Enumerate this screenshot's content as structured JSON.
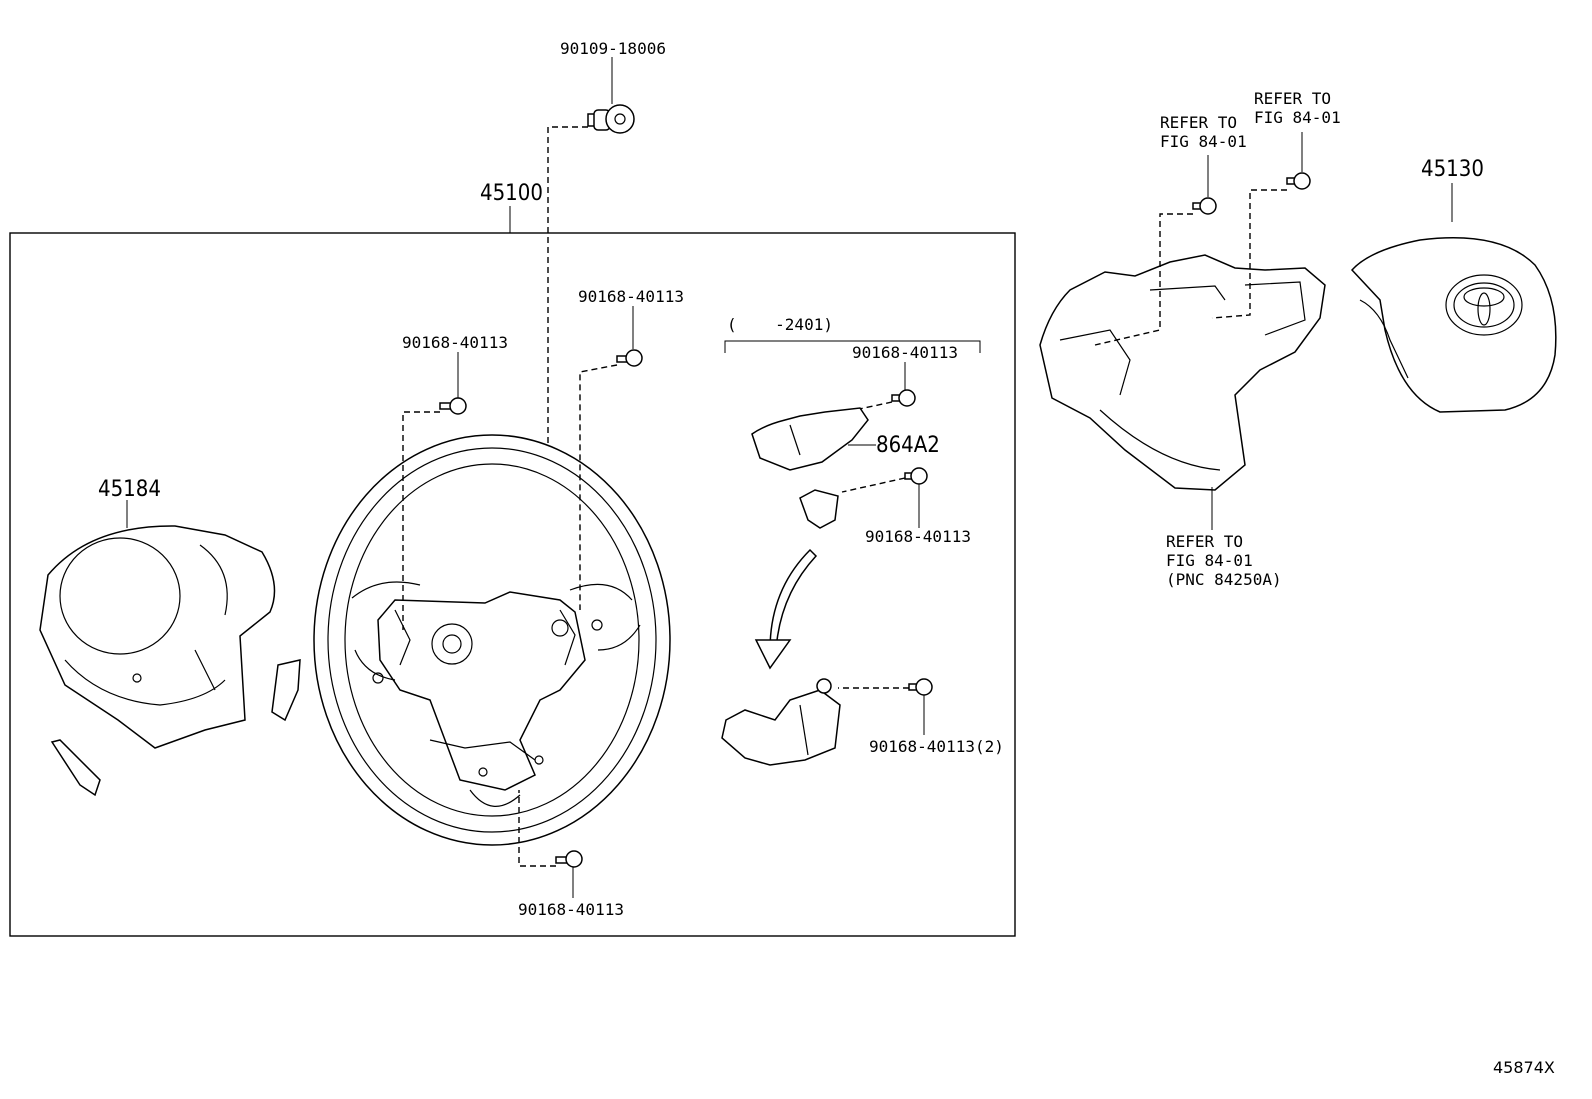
{
  "labels": {
    "bolt_top": "90109-18006",
    "assembly": "45100",
    "screw_left": "90168-40113",
    "screw_upper_mid": "90168-40113",
    "range": "(    -2401)",
    "screw_switch_top": "90168-40113",
    "switch_part": "864A2",
    "screw_switch_mid": "90168-40113",
    "screw_switch_bottom": "90168-40113(2)",
    "screw_bottom": "90168-40113",
    "cover": "45184",
    "airbag": "45130",
    "refer_1_line1": "REFER TO",
    "refer_1_line2": "FIG 84-01",
    "refer_2_line1": "REFER TO",
    "refer_2_line2": "FIG 84-01",
    "refer_3_line1": "REFER TO",
    "refer_3_line2": "FIG 84-01",
    "refer_3_line3": "(PNC 84250A)",
    "figure_code": "45874X"
  }
}
